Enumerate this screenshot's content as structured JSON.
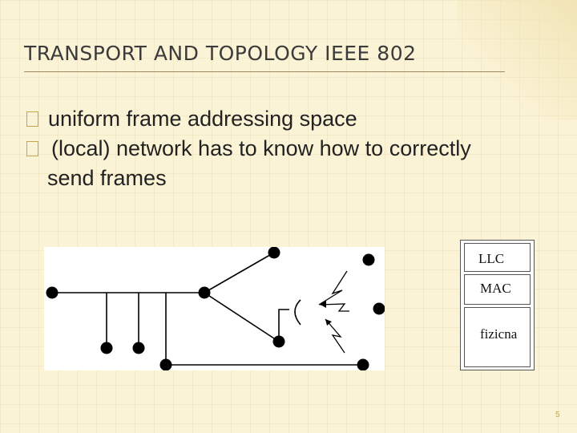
{
  "slide": {
    "title": "TRANSPORT AND TOPOLOGY IEEE 802",
    "bullets": [
      {
        "text": "uniform frame addressing space"
      },
      {
        "line1": "(local) network has to know how to correctly",
        "line2": "send frames"
      }
    ],
    "page_number": "5"
  },
  "protocol_stack": {
    "layers": [
      "LLC",
      "MAC",
      "fizicna"
    ]
  }
}
